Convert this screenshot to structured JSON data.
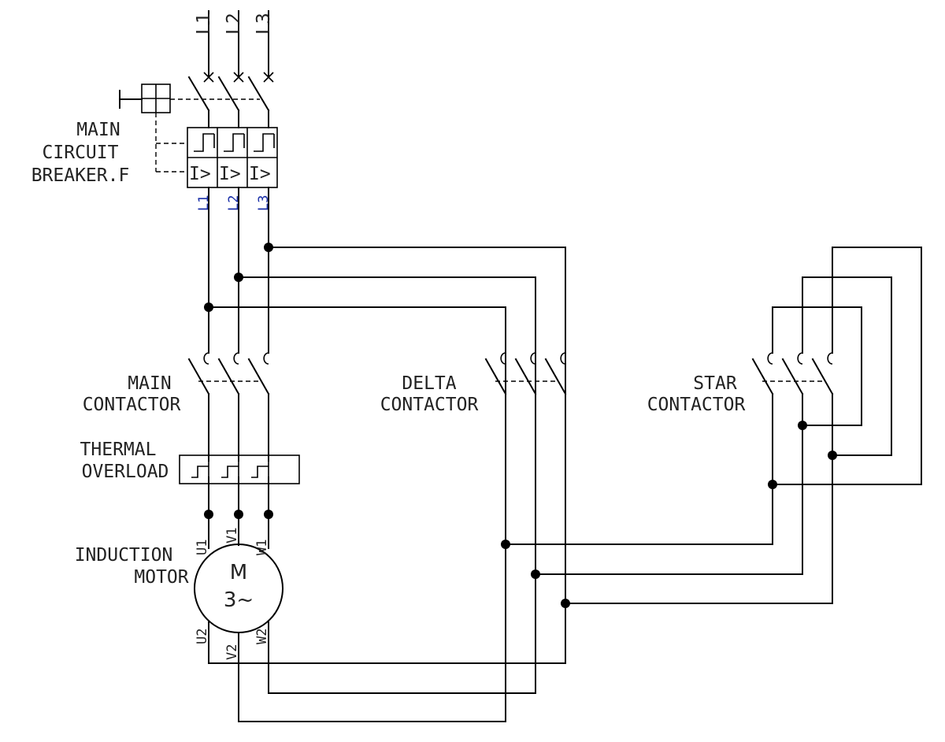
{
  "supply": {
    "phases": [
      "L1",
      "L2",
      "L3"
    ]
  },
  "breaker": {
    "label": [
      "MAIN",
      "CIRCUIT",
      "BREAKER.F"
    ],
    "out_terminals": [
      "L1",
      "L2",
      "L3"
    ],
    "trip_symbol": "I>"
  },
  "main_contactor": {
    "label": [
      "MAIN",
      "CONTACTOR"
    ]
  },
  "delta_contactor": {
    "label": [
      "DELTA",
      "CONTACTOR"
    ]
  },
  "star_contactor": {
    "label": [
      "STAR",
      "CONTACTOR"
    ]
  },
  "thermal_overload": {
    "label": [
      "THERMAL",
      "OVERLOAD"
    ]
  },
  "motor": {
    "label": [
      "INDUCTION",
      "MOTOR"
    ],
    "symbol": "M",
    "phase_symbol": "3~",
    "top_terminals": [
      "U1",
      "V1",
      "W1"
    ],
    "bottom_terminals": [
      "U2",
      "V2",
      "W2"
    ]
  },
  "colors": {
    "line": "#000000",
    "terminal_blue": "#1a2fa8"
  }
}
